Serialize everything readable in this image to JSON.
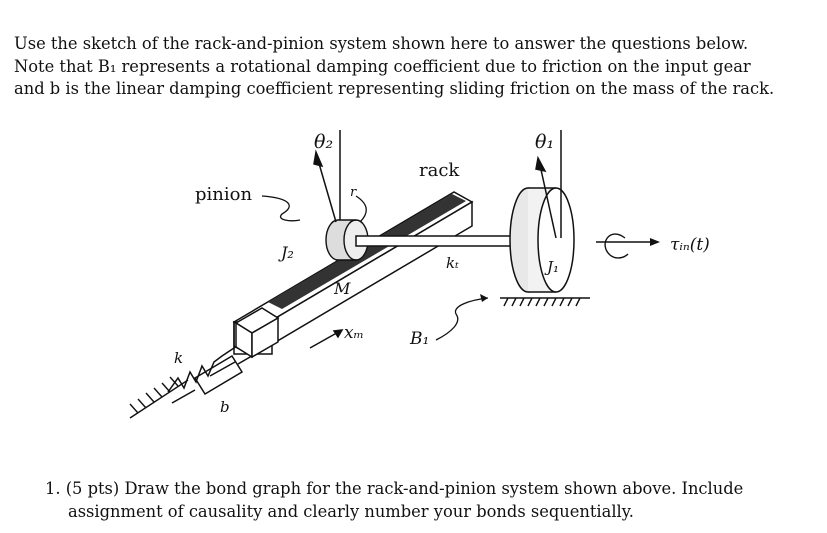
{
  "intro": {
    "line1": "Use the sketch of the rack-and-pinion system shown here to answer the questions below.",
    "line2": "Note that B₁ represents a rotational damping coefficient due to friction on the input gear",
    "line3": "and b is the linear damping coefficient representing sliding friction on the mass of the rack."
  },
  "figure": {
    "pinion": "pinion",
    "rack": "rack",
    "theta2": "θ₂",
    "theta1": "θ₁",
    "r": "r",
    "J2": "J₂",
    "M": "M",
    "kt": "kₜ",
    "J1": "J₁",
    "tau": "τᵢₙ(t)",
    "xm": "xₘ",
    "B1": "B₁",
    "k": "k",
    "b": "b"
  },
  "question": {
    "line1": "1. (5 pts) Draw the bond graph for the rack-and-pinion system shown above. Include",
    "line2": "assignment of causality and clearly number your bonds sequentially."
  }
}
